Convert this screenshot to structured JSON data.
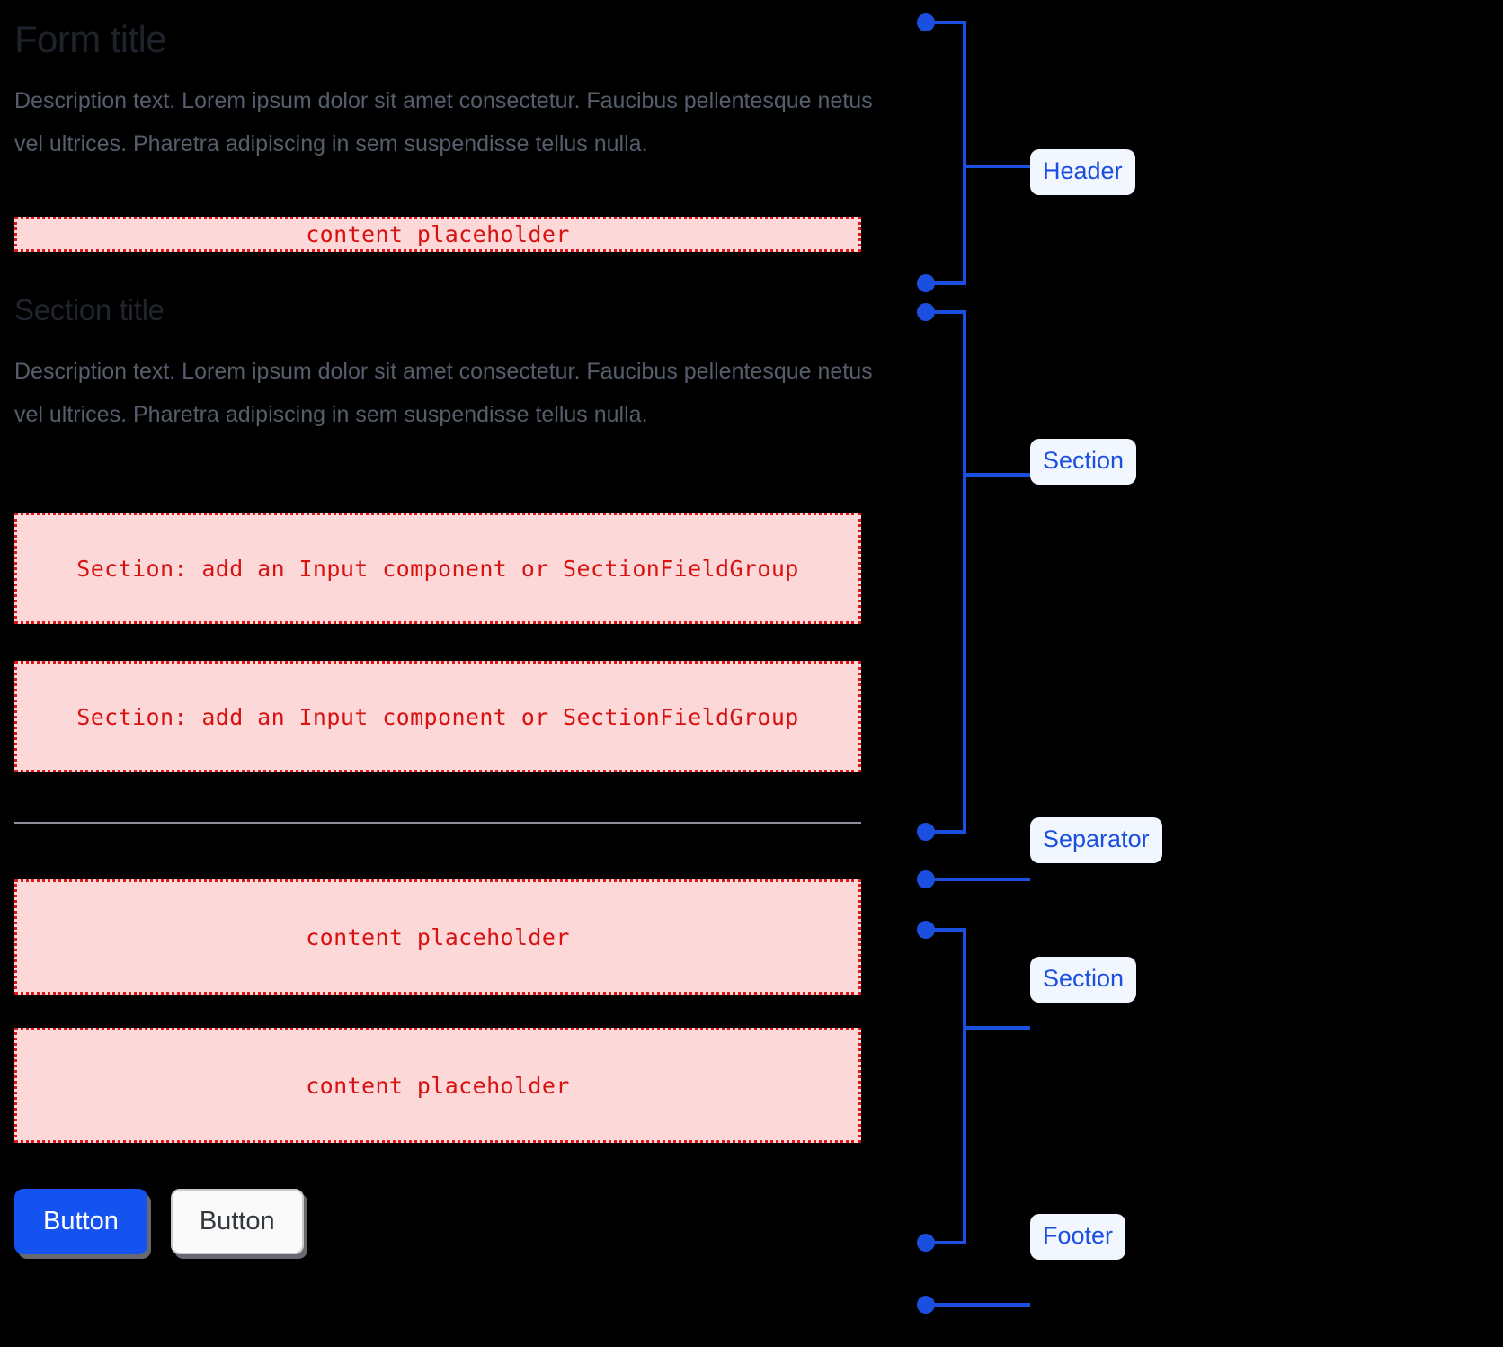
{
  "form": {
    "header": {
      "title": "Form title",
      "description": "Description text. Lorem ipsum dolor sit amet consectetur. Faucibus pellentesque netus vel ultrices. Pharetra adipiscing in sem suspendisse tellus nulla.",
      "placeholder": "content placeholder"
    },
    "section": {
      "title": "Section title",
      "description": "Description text. Lorem ipsum dolor sit amet consectetur. Faucibus pellentesque netus vel ultrices. Pharetra adipiscing in sem suspendisse tellus nulla.",
      "field_placeholder_1": "Section: add an Input component or SectionFieldGroup",
      "field_placeholder_2": "Section: add an Input component or SectionFieldGroup"
    },
    "section_bottom": {
      "placeholder_1": "content placeholder",
      "placeholder_2": "content placeholder"
    },
    "footer": {
      "primary_button": "Button",
      "secondary_button": "Button"
    }
  },
  "annotations": {
    "header": "Header",
    "section_top": "Section",
    "separator": "Separator",
    "section_bottom": "Section",
    "footer": "Footer"
  },
  "colors": {
    "background": "#000000",
    "annotation_line": "#1a4fe0",
    "annotation_label_bg": "#f2f6fe",
    "annotation_label_text": "#1a4fe0",
    "placeholder_fill": "#fdd8d8",
    "placeholder_border": "#e11515",
    "placeholder_text": "#d81111",
    "primary_button_bg": "#1453f0",
    "primary_button_text": "#ffffff",
    "secondary_button_bg": "#fafafa",
    "secondary_button_text": "#33373e",
    "separator_line": "#8a8f9a",
    "title_text": "#1e222a",
    "description_text": "#565d6b"
  }
}
